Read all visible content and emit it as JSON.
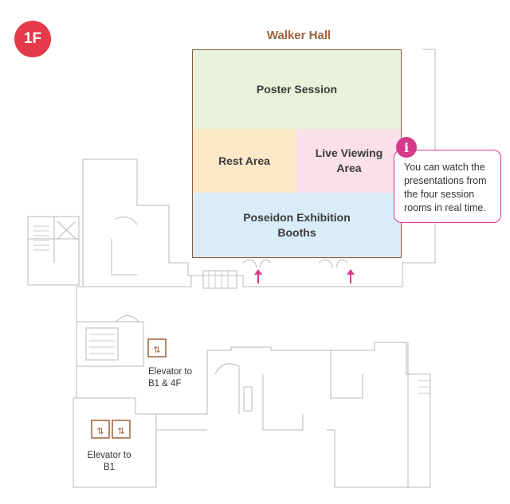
{
  "floor_badge": "1F",
  "hall_title": "Walker Hall",
  "zones": {
    "poster": "Poster Session",
    "rest": "Rest Area",
    "live": "Live Viewing Area",
    "booths": "Poseidon Exhibition Booths"
  },
  "info": {
    "icon": "info-icon",
    "text": "You can watch the presentations from the four session rooms in real time."
  },
  "elevators": {
    "upper_label": "Elevator to B1 & 4F",
    "lower_label": "Elevator to B1"
  },
  "colors": {
    "badge": "#e53a4a",
    "hall_title": "#a0603a",
    "accent": "#d63a8a",
    "poster": "#e8f2da",
    "rest": "#fde9c8",
    "live": "#fbe0ea",
    "booths": "#d9ecf8",
    "elevator": "#a0603a"
  }
}
